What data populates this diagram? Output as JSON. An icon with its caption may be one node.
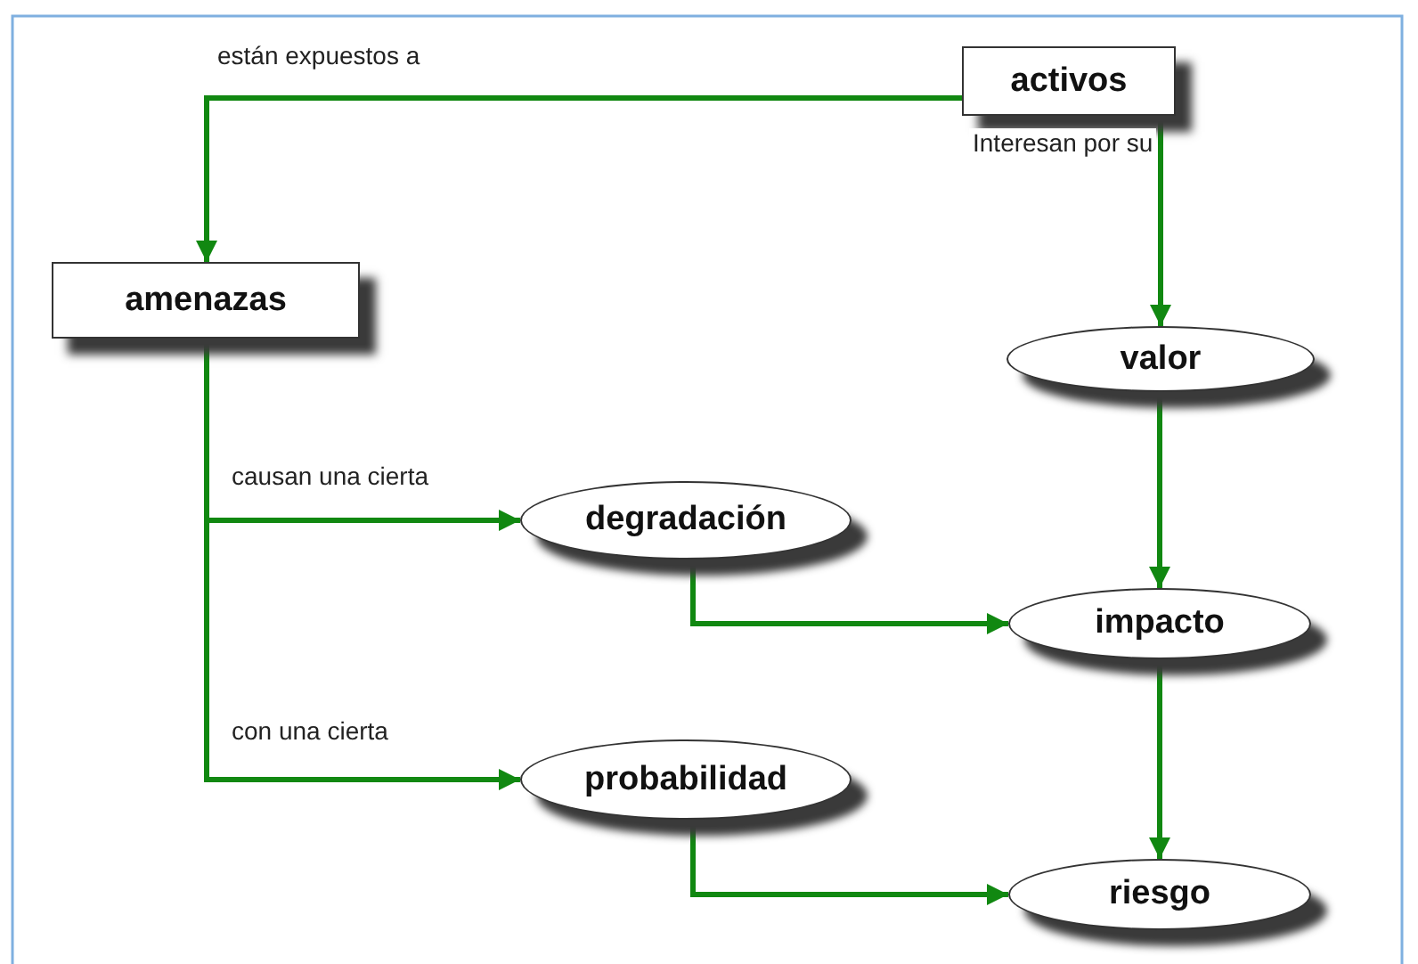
{
  "diagram": {
    "nodes": [
      {
        "text": [
          "activos"
        ]
      },
      {
        "text": [
          "amenazas"
        ]
      },
      {
        "text": [
          "valor"
        ]
      },
      {
        "text": [
          "degradación"
        ]
      },
      {
        "text": [
          "impacto"
        ]
      },
      {
        "text": [
          "probabilidad"
        ]
      },
      {
        "text": [
          "riesgo"
        ]
      }
    ],
    "edges": [
      {
        "from": 0,
        "to": 1,
        "arrow": "to",
        "label": "están expuestos a"
      },
      {
        "from": 0,
        "to": 2,
        "arrow": "to",
        "label": "Interesan por su"
      },
      {
        "from": 1,
        "to": 3,
        "arrow": "to",
        "label": "causan una cierta"
      },
      {
        "from": 1,
        "to": 5,
        "arrow": "to",
        "label": "con una cierta"
      },
      {
        "from": 2,
        "to": 4,
        "arrow": "to"
      },
      {
        "from": 3,
        "to": 4,
        "arrow": "to"
      },
      {
        "from": 4,
        "to": 6,
        "arrow": "to"
      },
      {
        "from": 5,
        "to": 6,
        "arrow": "to"
      }
    ]
  }
}
